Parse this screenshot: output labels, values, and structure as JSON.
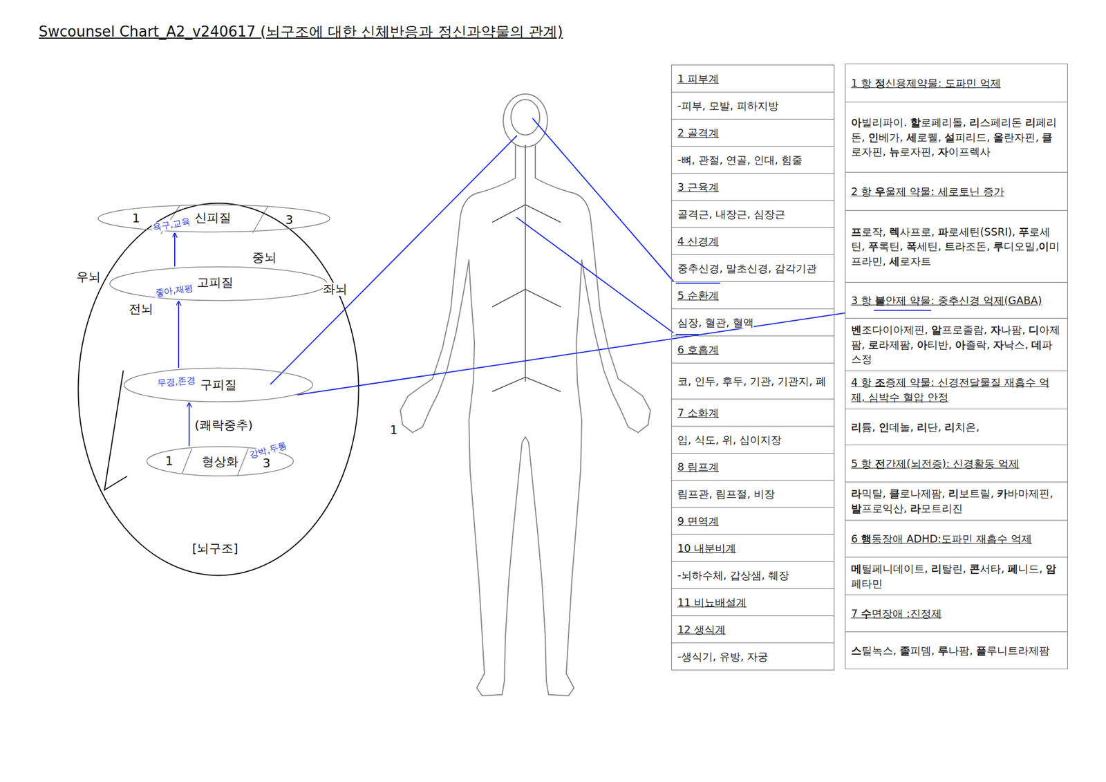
{
  "diagram": {
    "title": "Swcounsel Chart_A2_v240617 (뇌구조에 대한 신체반응과 정신과약물의 관계)",
    "nodes": [
      {
        "text": [
          "[뇌구조]"
        ]
      },
      {
        "text": [
          "1",
          "욕구,교육",
          "신피질",
          "3"
        ],
        "in": 0
      },
      {
        "text": [
          "좋아,재평",
          "고피질"
        ],
        "in": 0
      },
      {
        "text": [
          "무경,존경",
          "구피질"
        ],
        "in": 0
      },
      {
        "text": [
          "1",
          "형상화",
          "강박,두통",
          "3"
        ],
        "in": 0
      },
      {
        "text": [
          "1 피부계"
        ]
      },
      {
        "text": [
          "-피부, 모발, 피하지방"
        ]
      },
      {
        "text": [
          "2 골격계"
        ]
      },
      {
        "text": [
          "-뼈, 관절, 연골, 인대, 힘줄"
        ]
      },
      {
        "text": [
          "3 근육계"
        ]
      },
      {
        "text": [
          "골격근, 내장근, 심장근"
        ]
      },
      {
        "text": [
          "4 신경계"
        ]
      },
      {
        "text": [
          "중추신경, 말초신경, 감각기관"
        ]
      },
      {
        "text": [
          "5 순환계"
        ]
      },
      {
        "text": [
          "심장, 혈관, 혈액"
        ]
      },
      {
        "text": [
          "6 호흡계"
        ]
      },
      {
        "text": [
          "코, 인두, 후두, 기관, 기관지, 폐"
        ]
      },
      {
        "text": [
          "7 소화계"
        ]
      },
      {
        "text": [
          "입, 식도, 위, 십이지장"
        ]
      },
      {
        "text": [
          "8 림프계"
        ]
      },
      {
        "text": [
          "림프관, 림프절, 비장"
        ]
      },
      {
        "text": [
          "9 면역계"
        ]
      },
      {
        "text": [
          "10 내분비계"
        ]
      },
      {
        "text": [
          "-뇌하수체, 갑상샘, 췌장"
        ]
      },
      {
        "text": [
          "11 비뇨배설계"
        ]
      },
      {
        "text": [
          "12 생식계"
        ]
      },
      {
        "text": [
          "-생식기, 유방, 자궁"
        ]
      },
      {
        "text": [
          "1 항 정신용제약물: 도파민 억제"
        ]
      },
      {
        "text": [
          "아빌리파이. 할로페리돌, 리스페리돈 리페리돈, 인베가, 세로퀠, 설피리드, 올란자핀, 클로자핀, 뉴로자핀, 자이프렉사"
        ]
      },
      {
        "text": [
          "2 항 우울제 약물: 세로토닌 증가"
        ]
      },
      {
        "text": [
          "프로작, 렉사프로, 파로세틴(SSRI), 푸로세틴, 푸록틴, 폭세틴, 트라조돈, 루디오밀,이미프라민, 세로자트"
        ]
      },
      {
        "text": [
          "3 항 불안제 약물: 중추신경 억제(GABA)"
        ]
      },
      {
        "text": [
          "벤조다이아제핀, 알프로졸람, 자나팜, 디아제팜, 로라제팜, 아티반, 아졸락, 자낙스, 데파스정"
        ]
      },
      {
        "text": [
          "4 항 조증제 약물: 신경전달물질 재흡수 억제, 심박수 혈압 안정"
        ]
      },
      {
        "text": [
          "리튬, 인데놀, 리단, 리치온,"
        ]
      },
      {
        "text": [
          "5 항 전간제(뇌전증): 신경활동 억제"
        ]
      },
      {
        "text": [
          "라믹탈, 클로나제팜, 리보트릴, 카바마제핀, 발프로익산, 라모트리진"
        ]
      },
      {
        "text": [
          "6 행동장애 ADHD:도파민 재흡수 억제"
        ]
      },
      {
        "text": [
          "메틸페니데이트, 리탈린, 콘서타, 페니드, 암페타민"
        ]
      },
      {
        "text": [
          "7 수면장애 :진정제"
        ]
      },
      {
        "text": [
          "스틸녹스, 졸피뎀, 루나팜, 플루니트라제팜"
        ]
      }
    ],
    "edges": [
      {
        "from": 4,
        "to": 3,
        "arrow": "to",
        "label": "(쾌락중추)"
      },
      {
        "from": 3,
        "to": 2,
        "arrow": "to"
      },
      {
        "from": 2,
        "to": 1,
        "arrow": "to"
      },
      {
        "from": 3,
        "to": 31,
        "arrow": "none"
      }
    ],
    "labels": [
      "우뇌",
      "중뇌",
      "좌뇌",
      "전뇌",
      "1"
    ]
  }
}
